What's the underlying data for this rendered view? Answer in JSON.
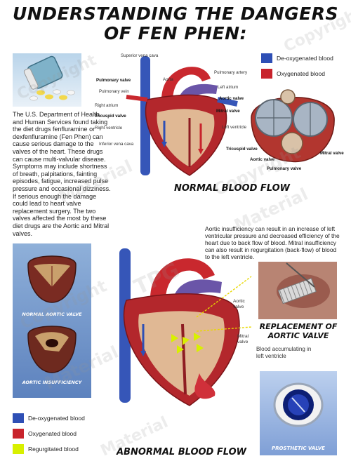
{
  "title": {
    "line1": "UNDERSTANDING THE DANGERS",
    "line2": "OF FEN PHEN:"
  },
  "intro_text": "The U.S. Department of Health and Human Services found taking the diet drugs fenfluramine or dexfenfluramine (Fen Phen) can cause serious damage to the valves of the heart. These drugs can cause multi-valvular disease. Symptoms may include shortness of breath, palpitations, fainting episodes, fatigue, increased pulse pressure and occasional dizziness. If serious enough the damage could lead to heart valve replacement surgery. The two valves affected the most by these diet drugs are the Aortic and Mitral valves.",
  "legend_top": {
    "items": [
      {
        "label": "De-oxygenated blood",
        "color": "#2e4fb5"
      },
      {
        "label": "Oxygenated blood",
        "color": "#c8232c"
      }
    ]
  },
  "legend_bottom": {
    "items": [
      {
        "label": "De-oxygenated blood",
        "color": "#2e4fb5"
      },
      {
        "label": "Oxygenated blood",
        "color": "#c8232c"
      },
      {
        "label": "Regurgitated blood",
        "color": "#d8f000"
      }
    ]
  },
  "normal_heart_labels": {
    "superior_vena_cava": "Superior vena cava",
    "aorta": "Aorta",
    "pulmonary_artery": "Pulmonary artery",
    "pulmonary_valve": "Pulmonary valve",
    "left_atrium": "Left atrium",
    "pulmonary_vein": "Pulmonary vein",
    "aortic_valve": "Aortic valve",
    "right_atrium": "Right atrium",
    "mitral_valve": "Mitral valve",
    "tricuspid_valve": "Tricuspid valve",
    "right_ventricle": "Right ventricle",
    "left_ventricle": "Left ventricle",
    "inferior_vena_cava": "Inferior vena cava"
  },
  "valve_cross_section_labels": {
    "tricuspid": "Tricuspid valve",
    "aortic": "Aortic valve",
    "pulmonary": "Pulmonary valve",
    "mitral": "Mitral valve"
  },
  "normal_flow_title": "NORMAL BLOOD FLOW",
  "aortic_insufficiency_text": "Aortic insufficiency can result in an increase of left ventricular pressure and decreased efficiency of the heart due to back flow of blood. Mitral insufficiency can also result in regurgitation (back-flow) of blood to the left ventricle.",
  "normal_aortic_valve_caption": "NORMAL AORTIC VALVE",
  "aortic_insufficiency_caption": "AORTIC INSUFFICIENCY",
  "replacement_title": "REPLACEMENT OF AORTIC VALVE",
  "abnormal_labels": {
    "aortic_valve": "Aortic valve",
    "mitral_valve": "Mitral valve",
    "blood_accumulating": "Blood accumulating in left ventricle"
  },
  "abnormal_flow_title": "ABNORMAL BLOOD FLOW",
  "prosthetic_caption": "PROSTHETIC VALVE",
  "watermarks": {
    "copyright": "Copyright",
    "material": "Material",
    "tpg": "TPG"
  }
}
